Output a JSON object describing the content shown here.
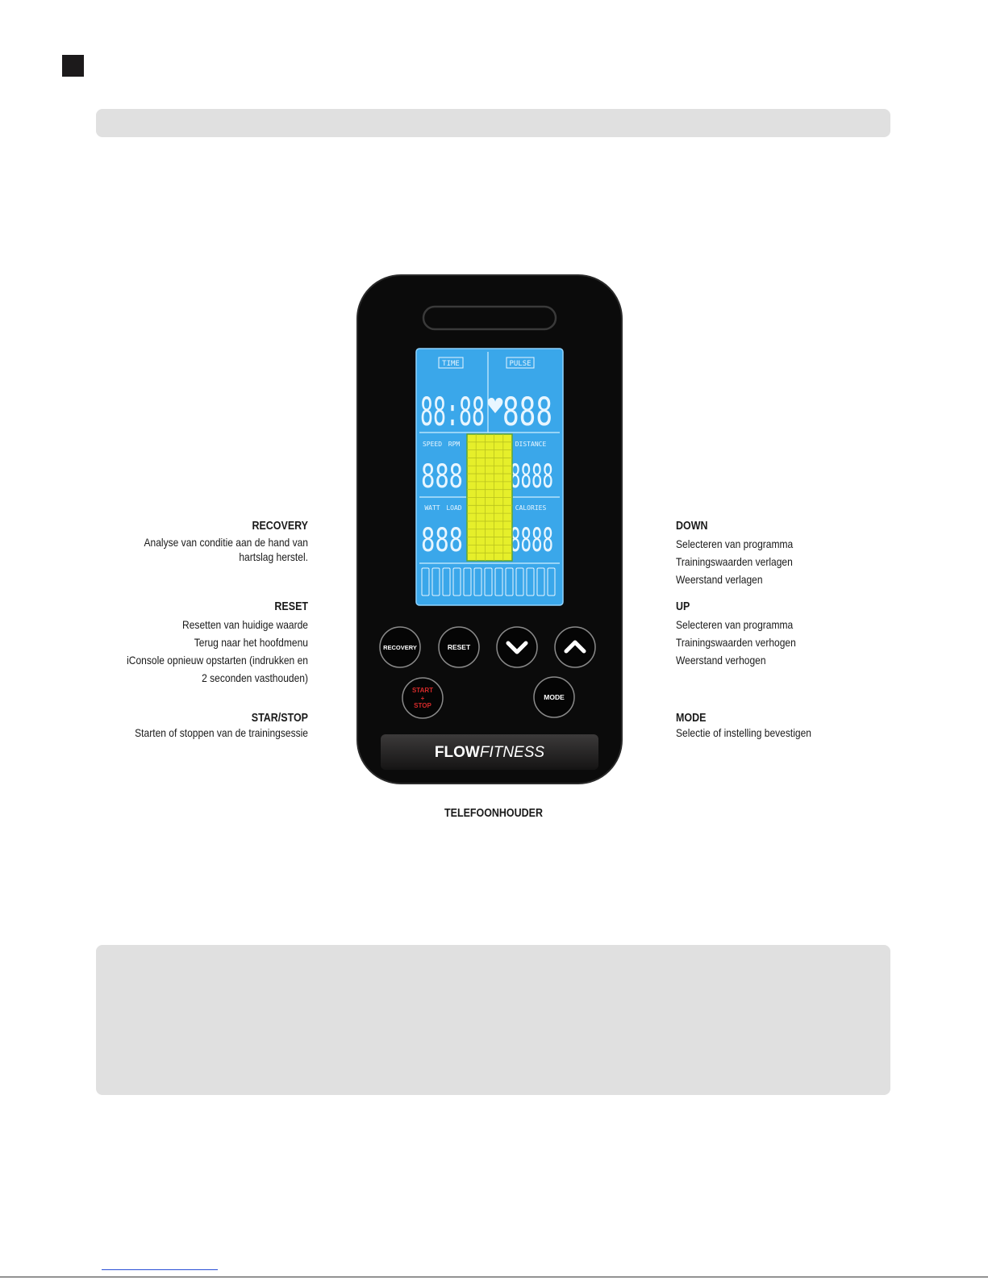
{
  "labels": {
    "recovery": {
      "title": "RECOVERY",
      "lines": [
        "Analyse van conditie aan de hand van",
        "hartslag herstel."
      ]
    },
    "reset": {
      "title": "RESET",
      "lines": [
        "Resetten van huidige waarde",
        "Terug naar het hoofdmenu",
        "iConsole opnieuw opstarten (indrukken en",
        "2 seconden vasthouden)"
      ]
    },
    "startstop": {
      "title": "STAR/STOP",
      "lines": [
        "Starten of stoppen van de trainingsessie"
      ]
    },
    "down": {
      "title": "DOWN",
      "lines": [
        "Selecteren van programma",
        "Trainingswaarden verlagen",
        "Weerstand verlagen"
      ]
    },
    "up": {
      "title": "UP",
      "lines": [
        "Selecteren van programma",
        "Trainingswaarden verhogen",
        "Weerstand verhogen"
      ]
    },
    "mode": {
      "title": "MODE",
      "lines": [
        "Selectie of instelling bevestigen"
      ]
    },
    "phone_holder": "TELEFOONHOUDER"
  },
  "console": {
    "lcd": {
      "time_label": "TIME",
      "time_value": "88:88",
      "pulse_label": "PULSE",
      "pulse_value": "888",
      "speed_label": "SPEED",
      "rpm_label": "RPM",
      "speed_value": "888",
      "distance_label": "DISTANCE",
      "distance_value": "8888",
      "watt_label": "WATT",
      "load_label": "LOAD",
      "watt_value": "888",
      "calories_label": "CALORIES",
      "calories_value": "8888"
    },
    "buttons": {
      "recovery": "RECOVERY",
      "reset": "RESET",
      "start": "START",
      "stop": "STOP",
      "mode": "MODE"
    },
    "brand": {
      "bold": "FLOW",
      "light": "FITNESS"
    },
    "colors": {
      "body": "#0b0b0b",
      "lcd": "#3aa7ea",
      "lcd_text": "#e8f6ff",
      "graph": "#e6ef2a",
      "start_stop": "#d62a2a"
    }
  }
}
